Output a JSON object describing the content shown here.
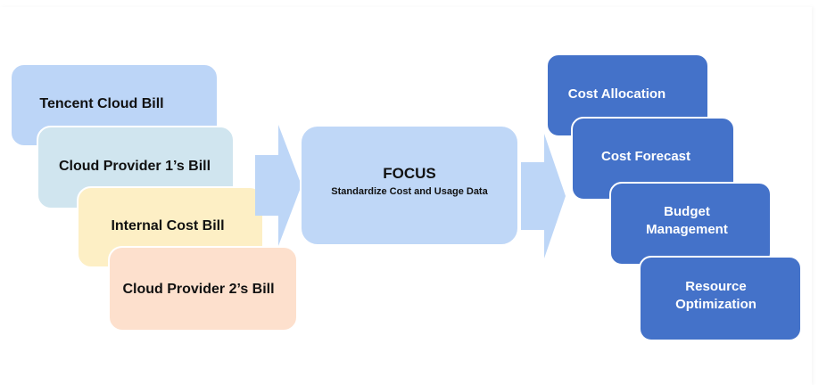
{
  "sources": [
    {
      "label": "Tencent Cloud Bill",
      "color": "#bcd5f7"
    },
    {
      "label": "Cloud Provider 1’s Bill",
      "color": "#d0e5ef"
    },
    {
      "label": "Internal Cost Bill",
      "color": "#fdefc5"
    },
    {
      "label": "Cloud Provider 2’s Bill",
      "color": "#fde0cd"
    }
  ],
  "focus": {
    "title": "FOCUS",
    "subtitle": "Standardize Cost and Usage Data",
    "color": "#bfd7f7"
  },
  "outcomes": [
    {
      "label": "Cost Allocation"
    },
    {
      "label": "Cost Forecast"
    },
    {
      "label": "Budget\nManagement"
    },
    {
      "label": "Resource\nOptimization"
    }
  ],
  "colors": {
    "arrow": "#bdd6f7",
    "outcome": "#4472c9"
  }
}
